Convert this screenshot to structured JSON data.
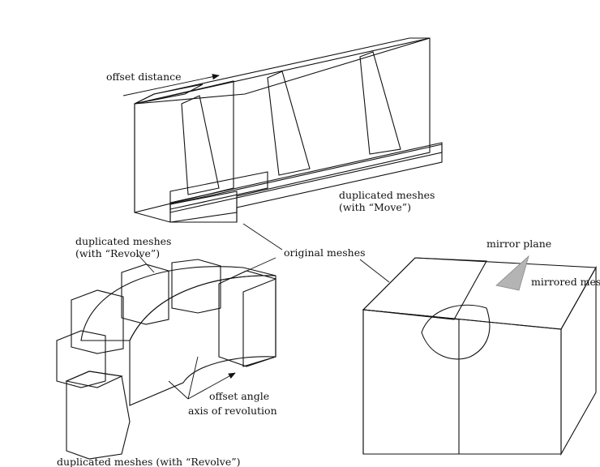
{
  "labels": {
    "offset_distance": "offset distance",
    "dup_move_1": "duplicated meshes",
    "dup_move_2": "(with “Move”)",
    "dup_revolve_top_1": "duplicated meshes",
    "dup_revolve_top_2": "(with “Revolve”)",
    "original_meshes": "original meshes",
    "mirror_plane": "mirror plane",
    "mirrored_mesh": "mirrored mesh",
    "offset_angle": "offset angle",
    "axis_of_revolution": "axis of revolution",
    "dup_revolve_bottom": "duplicated meshes (with “Revolve”)"
  },
  "colors": {
    "original_mesh_fill": "#8c8c8c",
    "light_face": "#f4f4f4",
    "mid_face": "#d2d2d2",
    "mirror_plane_fill": "#b4b4b4",
    "line": "#1a1a1a",
    "background": "#ffffff"
  }
}
